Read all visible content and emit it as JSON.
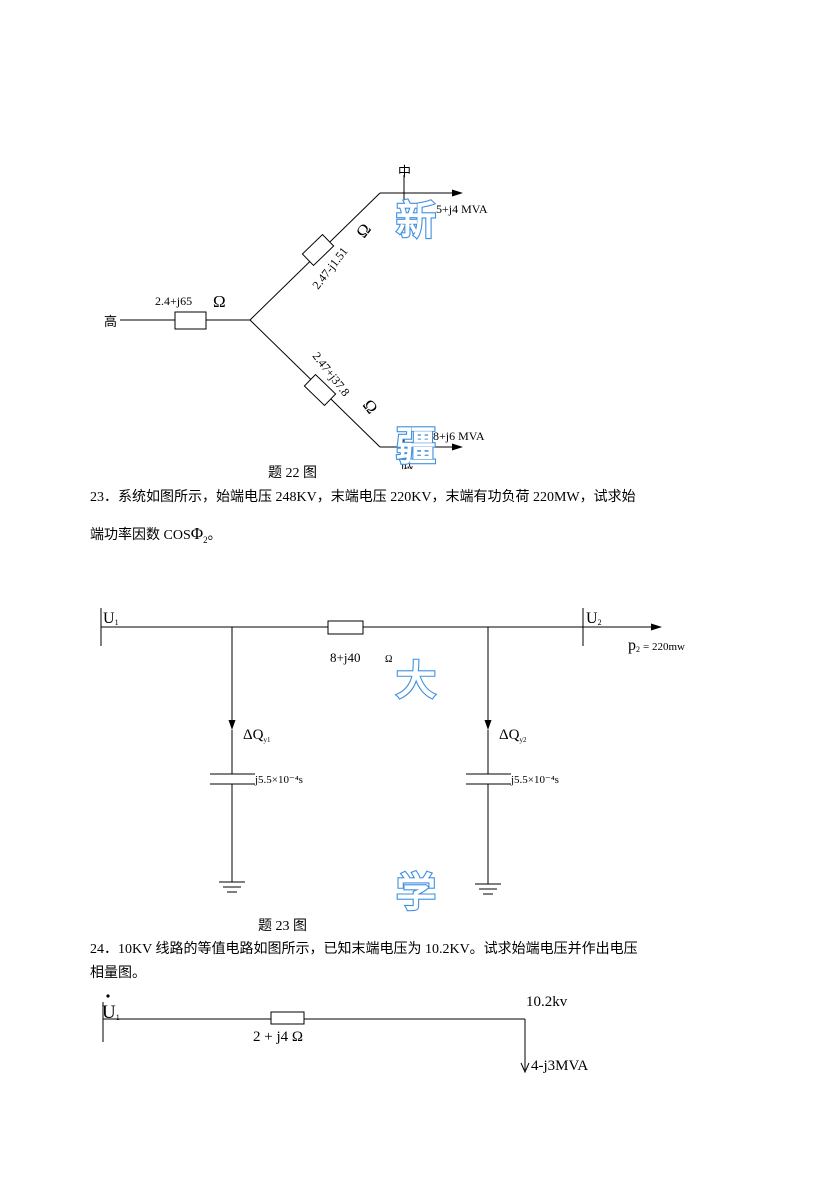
{
  "fig22": {
    "node_mid": "中",
    "node_high": "高",
    "node_low": "低",
    "z_high": "2.4+j65",
    "z_mid": "2.47-j1.51",
    "z_low": "2.47+j37.8",
    "omega": "Ω",
    "load_mid": "5+j4 MVA",
    "load_low": "8+j6 MVA",
    "caption": "题 22 图"
  },
  "q23": {
    "line1": "23．系统如图所示，始端电压 248KV，末端电压 220KV，末端有功负荷 220MW，试求始",
    "line2_prefix": "端功率因数 COS",
    "phi": "Φ",
    "phi_sub": "2",
    "line2_suffix": "。"
  },
  "fig23": {
    "u1": "U",
    "u1_sub": "1",
    "u2": "U",
    "u2_sub": "2",
    "p2": "p",
    "p2_sub": "2",
    "p2_value": "= 220mw",
    "z": "8+j40",
    "omega": "Ω",
    "dq1": "ΔQ",
    "dq1_sub": "y1",
    "dq2": "ΔQ",
    "dq2_sub": "y2",
    "cap1": "j5.5×10⁻⁴s",
    "cap2": "j5.5×10⁻⁴s",
    "caption": "题 23 图"
  },
  "q24": {
    "line1": "24．10KV 线路的等值电路如图所示，已知末端电压为 10.2KV。试求始端电压并作出电压",
    "line2": "相量图。"
  },
  "fig24": {
    "u1": "U",
    "u1_sub": "1",
    "z": "2 + j4  Ω",
    "v_end": "10.2kv",
    "load": "4-j3MVA"
  },
  "watermark": [
    "新",
    "疆",
    "大",
    "学"
  ],
  "colors": {
    "watermark": "#3d8fe0",
    "ink": "#000000"
  }
}
